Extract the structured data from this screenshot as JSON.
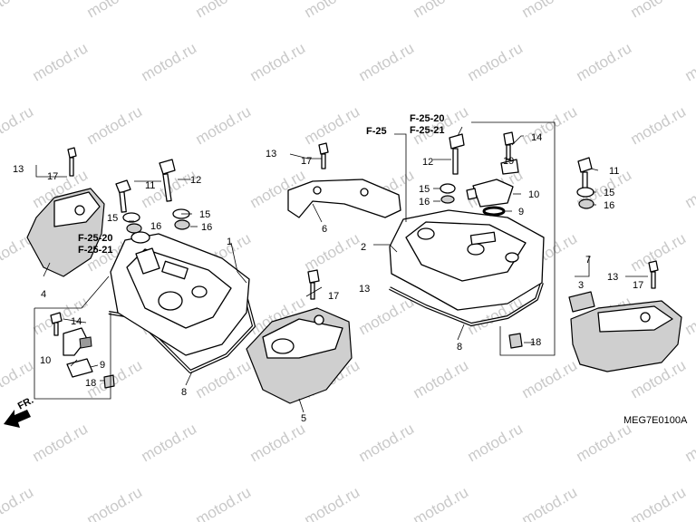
{
  "diagram": {
    "watermark_text": "motod.ru",
    "catalog_code": "MEG7E0100A",
    "front_arrow_label": "FR.",
    "part_numbers": {
      "p1": "1",
      "p2": "2",
      "p3": "3",
      "p4": "4",
      "p5": "5",
      "p6": "6",
      "p7": "7",
      "p8": "8",
      "p9": "9",
      "p10": "10",
      "p11": "11",
      "p12": "12",
      "p13": "13",
      "p14": "14",
      "p15": "15",
      "p16": "16",
      "p17": "17",
      "p18": "18",
      "p19": "19"
    },
    "references": {
      "f25": "F-25",
      "f25_20": "F-25-20",
      "f25_21": "F-25-21"
    }
  }
}
